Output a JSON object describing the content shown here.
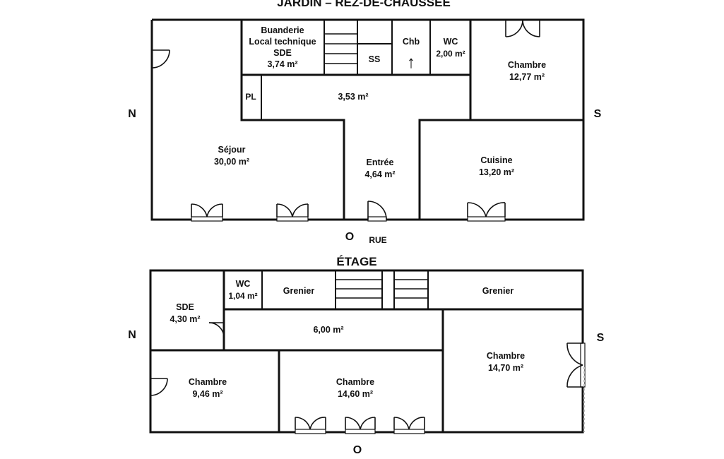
{
  "ground_floor": {
    "title": "JARDIN – REZ-DE-CHAUSSÉE",
    "compass": {
      "north": "N",
      "south": "S",
      "west": "O"
    },
    "street": "RUE",
    "rooms": {
      "buanderie": {
        "line1": "Buanderie",
        "line2": "Local technique",
        "line3": "SDE",
        "area": "3,74 m²"
      },
      "ss": "SS",
      "chb": "Chb",
      "chb_arrow": "↑",
      "wc": {
        "name": "WC",
        "area": "2,00 m²"
      },
      "chambre": {
        "name": "Chambre",
        "area": "12,77 m²"
      },
      "pl": "PL",
      "hall": {
        "area": "3,53 m²"
      },
      "sejour": {
        "name": "Séjour",
        "area": "30,00 m²"
      },
      "entree": {
        "name": "Entrée",
        "area": "4,64 m²"
      },
      "cuisine": {
        "name": "Cuisine",
        "area": "13,20 m²"
      }
    }
  },
  "upper_floor": {
    "title": "ÉTAGE",
    "compass": {
      "north": "N",
      "south": "S",
      "west": "O"
    },
    "rooms": {
      "wc": {
        "name": "WC",
        "area": "1,04 m²"
      },
      "grenier_left": "Grenier",
      "grenier_right": "Grenier",
      "sde": {
        "name": "SDE",
        "area": "4,30 m²"
      },
      "landing": {
        "area": "6,00 m²"
      },
      "chambre_left": {
        "name": "Chambre",
        "area": "9,46 m²"
      },
      "chambre_mid": {
        "name": "Chambre",
        "area": "14,60 m²"
      },
      "chambre_right": {
        "name": "Chambre",
        "area": "14,70 m²"
      }
    }
  }
}
